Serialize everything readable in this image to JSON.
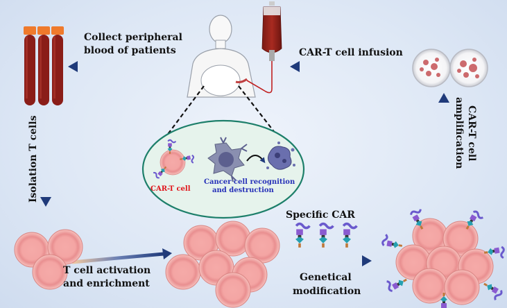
{
  "labels": {
    "collect_line1": "Collect peripheral",
    "collect_line2": "blood of patients",
    "infusion": "CAR-T cell infusion",
    "amplification_line1": "CAR-T cell",
    "amplification_line2": "amplification",
    "isolation": "Isolation T cells",
    "car_t_cell": "CAR-T cell",
    "recognition_line1": "Cancer cell recognition",
    "recognition_line2": "and destruction",
    "specific_car": "Specific CAR",
    "activation_line1": "T cell activation",
    "activation_line2": "and enrichment",
    "genetical_line1": "Genetical",
    "genetical_line2": "modification"
  },
  "colors": {
    "arrow_dark": "#1f3a7a",
    "arrow_light": "#f3c9a0",
    "car_t_label": "#e0161b",
    "recognition_label": "#2630b8",
    "cell_fill": "#f2a7a7",
    "tube_blood": "#8a1d18",
    "tube_cap": "#ef7a2c",
    "ellipse_fill": "#e6f3ec",
    "ellipse_stroke": "#1d7f6a"
  }
}
